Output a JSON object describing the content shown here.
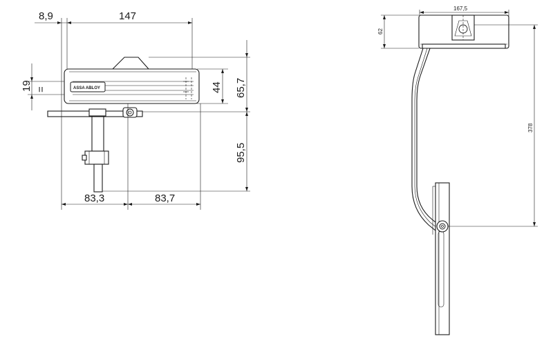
{
  "front_view": {
    "dimensions": {
      "offset_left": "8,9",
      "body_length": "147",
      "slot_height": "19",
      "body_height": "44",
      "total_height": "65,7",
      "arm_drop": "95,5",
      "left_to_pivot": "83,3",
      "pivot_to_right": "83,7"
    },
    "logo_text": "ASSA ABLOY",
    "equal_mark": "="
  },
  "side_view": {
    "dimensions": {
      "width": "167,5",
      "height": "62",
      "arm_length": "378"
    }
  }
}
